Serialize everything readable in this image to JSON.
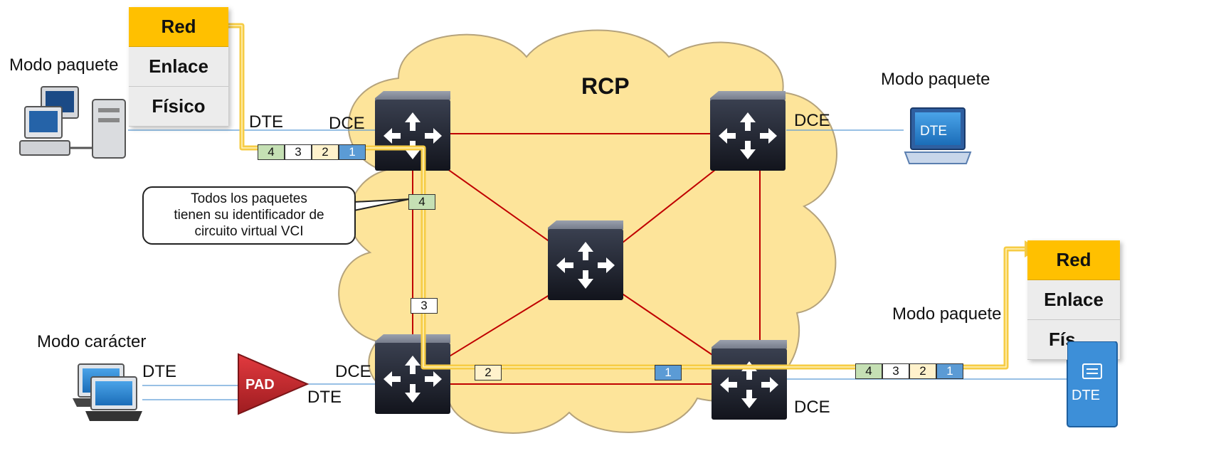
{
  "cloud": {
    "title": "RCP"
  },
  "left_host": {
    "mode_label": "Modo paquete",
    "dte_label": "DTE",
    "dce_label": "DCE"
  },
  "top_right_host": {
    "mode_label": "Modo paquete",
    "dce_label": "DCE",
    "device_label": "DTE"
  },
  "bottom_left_host": {
    "mode_label": "Modo carácter",
    "dte_label": "DTE",
    "pad_label": "PAD",
    "pad_dte_label": "DTE",
    "dce_label": "DCE"
  },
  "bottom_right_host": {
    "mode_label": "Modo paquete",
    "dce_label": "DCE",
    "device_label": "DTE"
  },
  "stack_left": {
    "layers": [
      "Red",
      "Enlace",
      "Físico"
    ]
  },
  "stack_right": {
    "layers": [
      "Red",
      "Enlace",
      "Fís"
    ]
  },
  "packet_cells": [
    "4",
    "3",
    "2",
    "1"
  ],
  "path_packets": {
    "p4": "4",
    "p3": "3",
    "p2": "2",
    "p1": "1"
  },
  "callout": {
    "text_lines": [
      "Todos los paquetes",
      "tienen su identificador de",
      "circuito virtual VCI"
    ]
  },
  "colors": {
    "path": "#f6cc45",
    "link": "#c00000",
    "cloud_fill": "#fde49a",
    "router_dark": "#1f2333",
    "access_link": "#5b9bd5",
    "pad": "#c0282e"
  }
}
